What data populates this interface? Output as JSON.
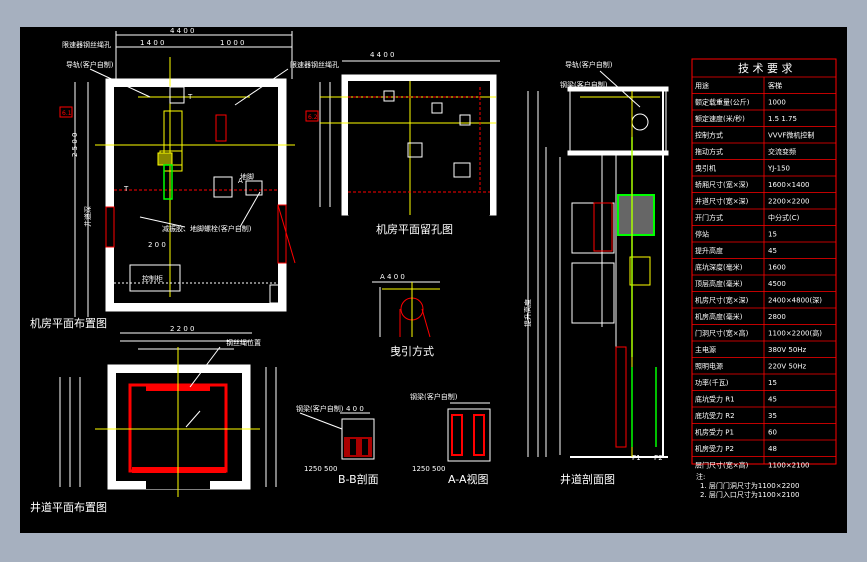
{
  "views": {
    "machine_room_plan": "机房平面布置图",
    "machine_room_holes": "机房平面留孔图",
    "traction_method": "曳引方式",
    "shaft_plan": "井道平面布置图",
    "section_bb": "B-B剖面",
    "section_aa": "A-A视图",
    "shaft_section": "井道剖面图"
  },
  "tags": {
    "left_marker": "6.1",
    "mid_marker": "6.2",
    "p1": "P1",
    "p2": "P2"
  },
  "tech_table": {
    "title": "技 术 要 求",
    "header": [
      "用途",
      "客梯"
    ],
    "rows": [
      [
        "额定载重量(公斤)",
        "1000"
      ],
      [
        "额定速度(米/秒)",
        "1.5  1.75"
      ],
      [
        "控制方式",
        "VVVF微机控制"
      ],
      [
        "拖动方式",
        "交流变频"
      ],
      [
        "曳引机",
        "YJ-150"
      ],
      [
        "轿厢尺寸(宽×深)",
        "1600×1400"
      ],
      [
        "井道尺寸(宽×深)",
        "2200×2200"
      ],
      [
        "开门方式",
        "中分式(C)"
      ],
      [
        "停站",
        "15"
      ],
      [
        "提升高度",
        "45"
      ],
      [
        "底坑深度(毫米)",
        "1600"
      ],
      [
        "顶层高度(毫米)",
        "4500"
      ],
      [
        "机房尺寸(宽×深)",
        "2400×4800(深)"
      ],
      [
        "机房高度(毫米)",
        "2800"
      ],
      [
        "门洞尺寸(宽×高)",
        "1100×2200(高)"
      ],
      [
        "主电源",
        "380V 50Hz"
      ],
      [
        "照明电源",
        "220V 50Hz"
      ],
      [
        "功率(千瓦)",
        "15"
      ],
      [
        "底坑受力 R1",
        "45"
      ],
      [
        "底坑受力 R2",
        "35"
      ],
      [
        "机房受力 P1",
        "60"
      ],
      [
        "机房受力 P2",
        "48"
      ],
      [
        "层门尺寸(宽×高)",
        "1100×2100"
      ]
    ],
    "notes_title": "注:",
    "notes": [
      "1. 层门门洞尺寸为1100×2200",
      "2. 层门入口尺寸为1100×2100"
    ]
  }
}
